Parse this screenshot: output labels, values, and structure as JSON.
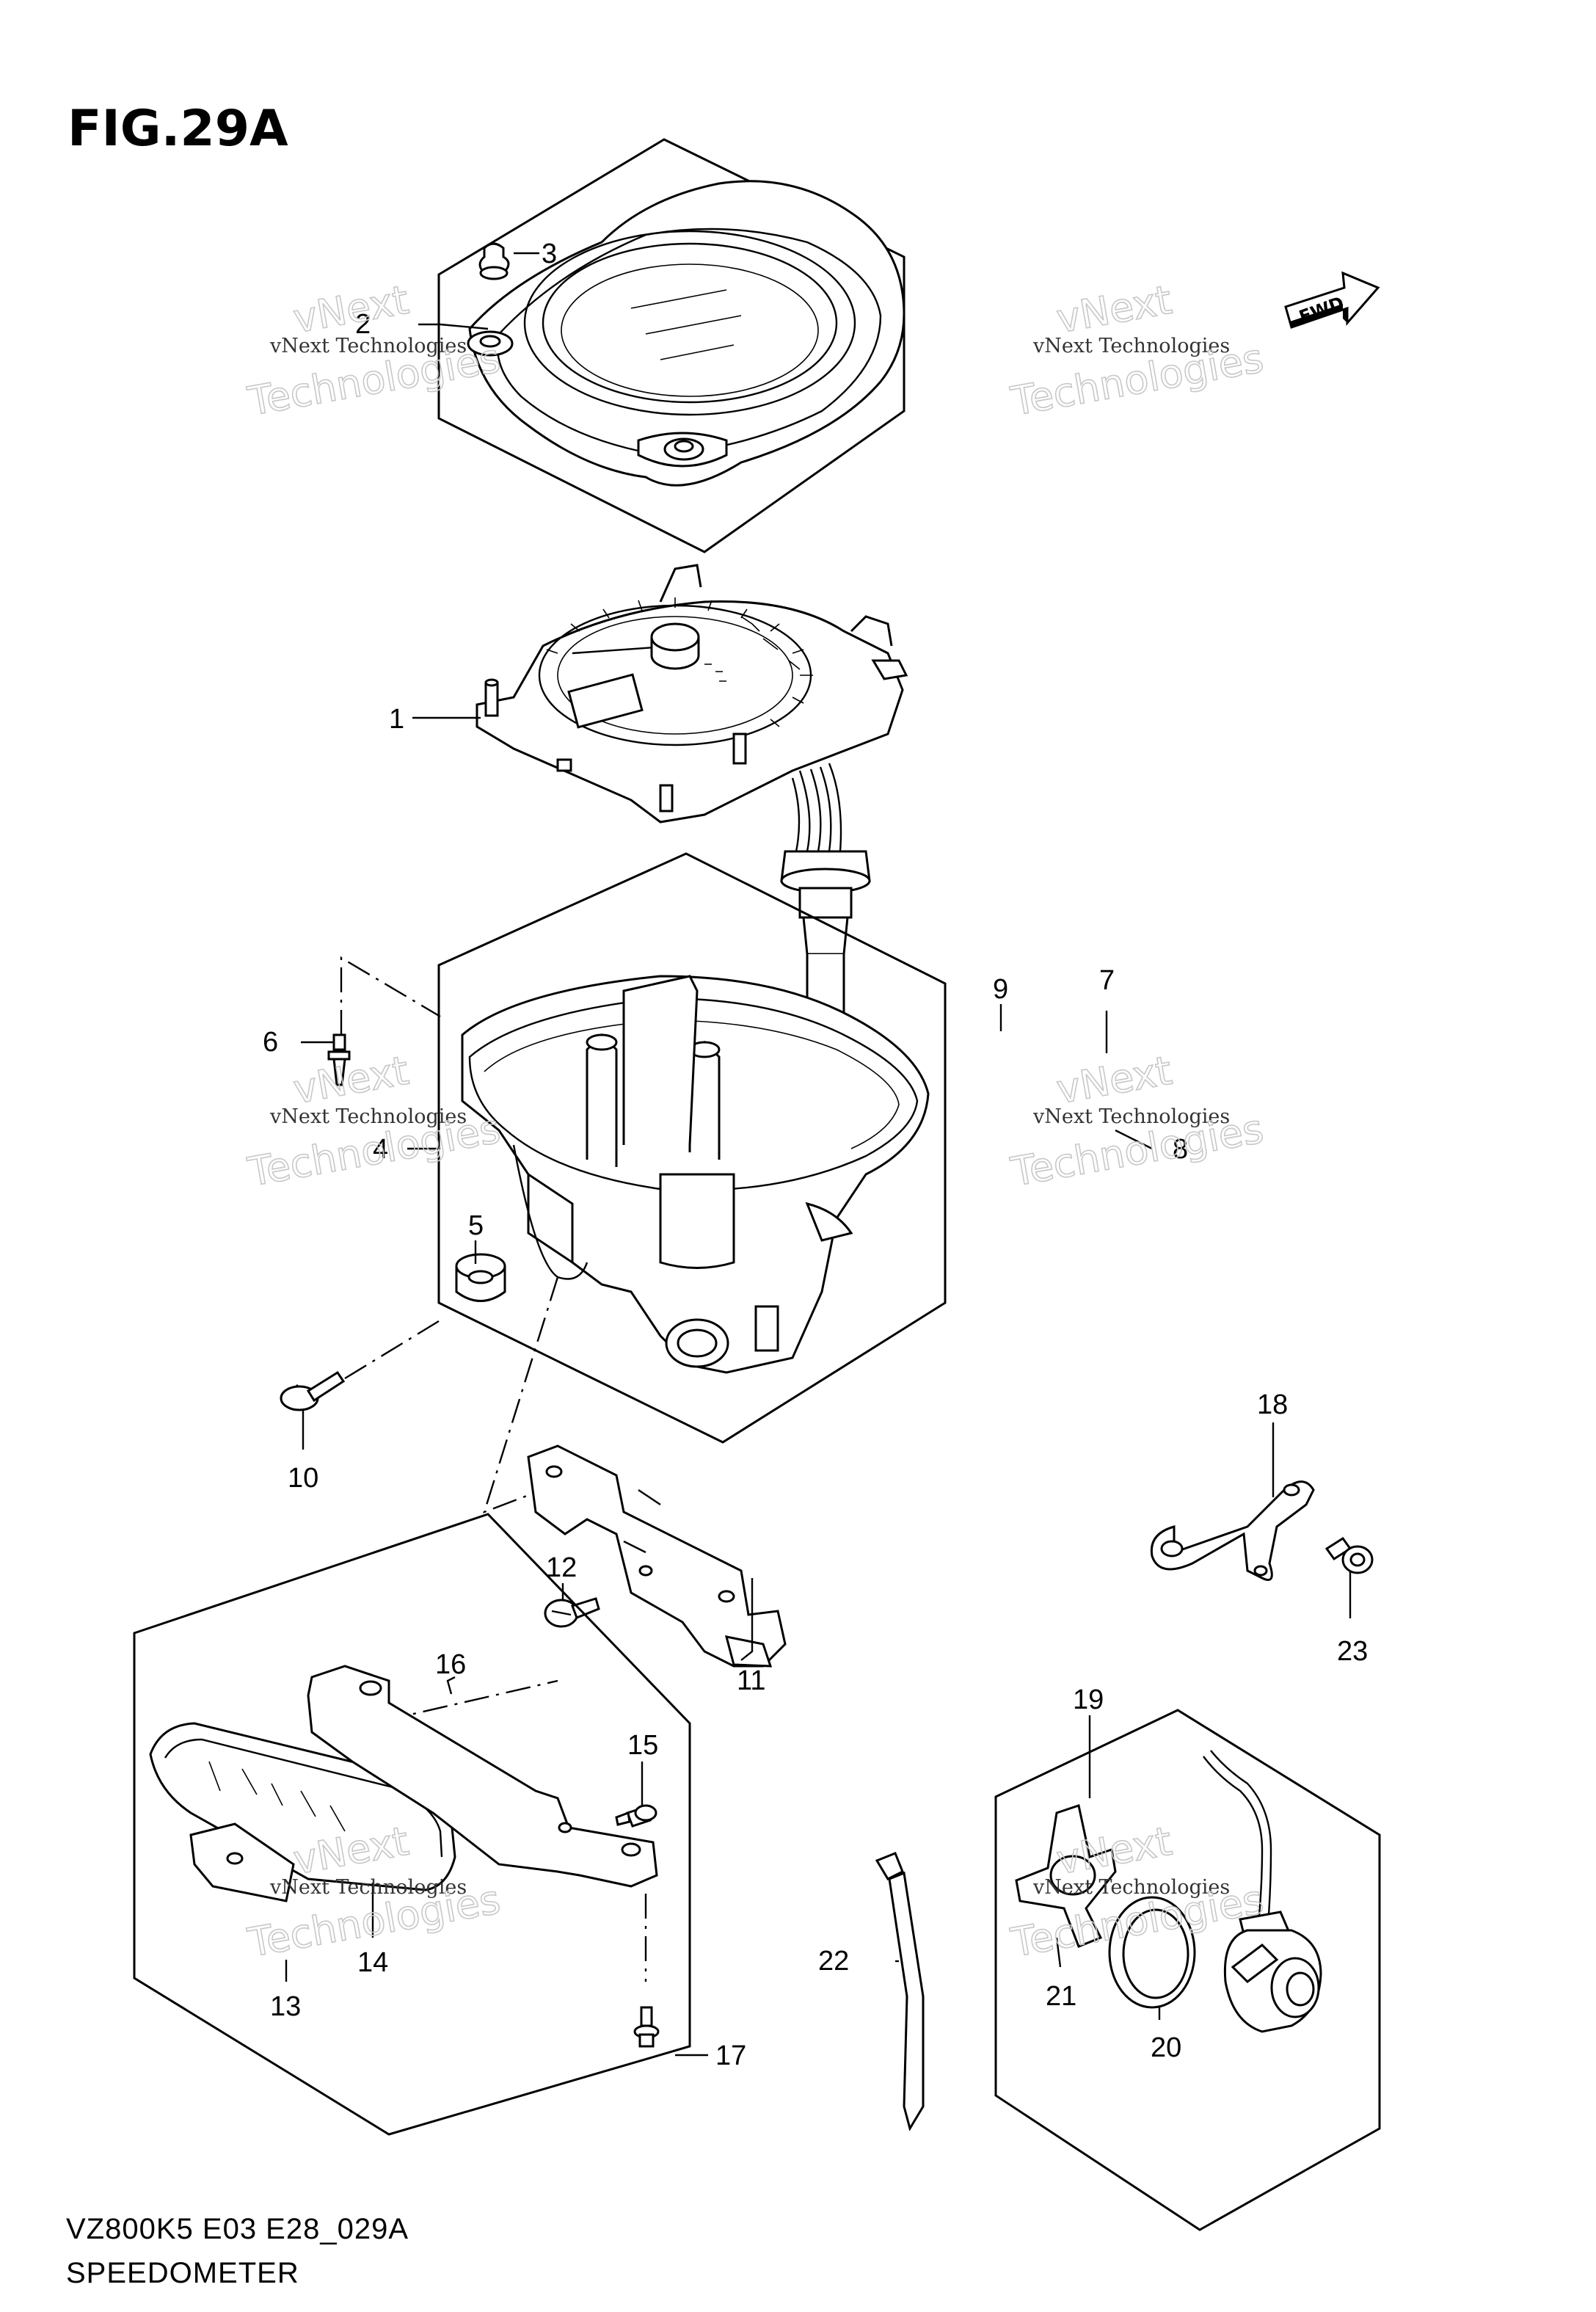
{
  "figure": {
    "title": "FIG.29A",
    "code": "VZ800K5 E03 E28_029A",
    "name": "SPEEDOMETER",
    "fwd_badge": "FWD"
  },
  "watermark": {
    "line1": "vNext Technologies",
    "line2": "vNext",
    "line3": "Technologies"
  },
  "callouts": [
    "1",
    "2",
    "3",
    "4",
    "5",
    "6",
    "7",
    "8",
    "9",
    "10",
    "11",
    "12",
    "13",
    "14",
    "15",
    "16",
    "17",
    "18",
    "19",
    "20",
    "21",
    "22",
    "23"
  ]
}
